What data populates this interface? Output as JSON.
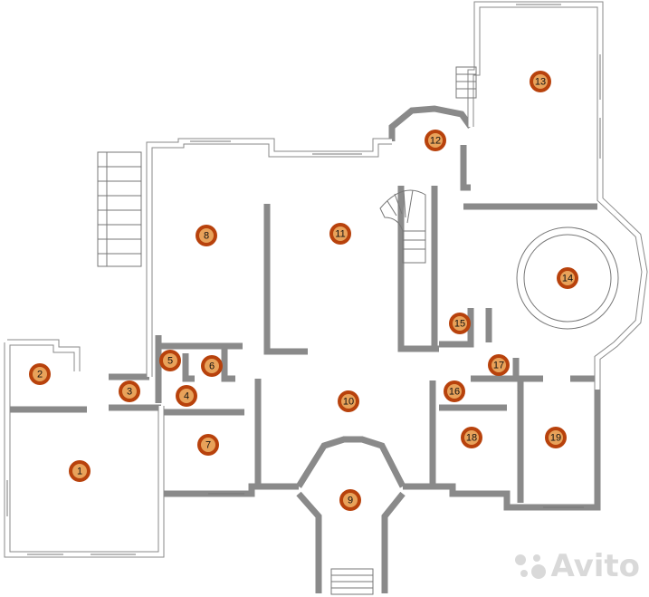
{
  "plan": {
    "rooms": [
      {
        "id": "1"
      },
      {
        "id": "2"
      },
      {
        "id": "3"
      },
      {
        "id": "4"
      },
      {
        "id": "5"
      },
      {
        "id": "6"
      },
      {
        "id": "7"
      },
      {
        "id": "8"
      },
      {
        "id": "9"
      },
      {
        "id": "10"
      },
      {
        "id": "11"
      },
      {
        "id": "12"
      },
      {
        "id": "13"
      },
      {
        "id": "14"
      },
      {
        "id": "15"
      },
      {
        "id": "16"
      },
      {
        "id": "17"
      },
      {
        "id": "18"
      },
      {
        "id": "19"
      }
    ],
    "marker_color": "#b8420c",
    "marker_fill": "#e8a25a",
    "wall_color": "#8a8a8a"
  },
  "watermark": {
    "text": "Avito",
    "icon": "avito-logo-icon"
  }
}
